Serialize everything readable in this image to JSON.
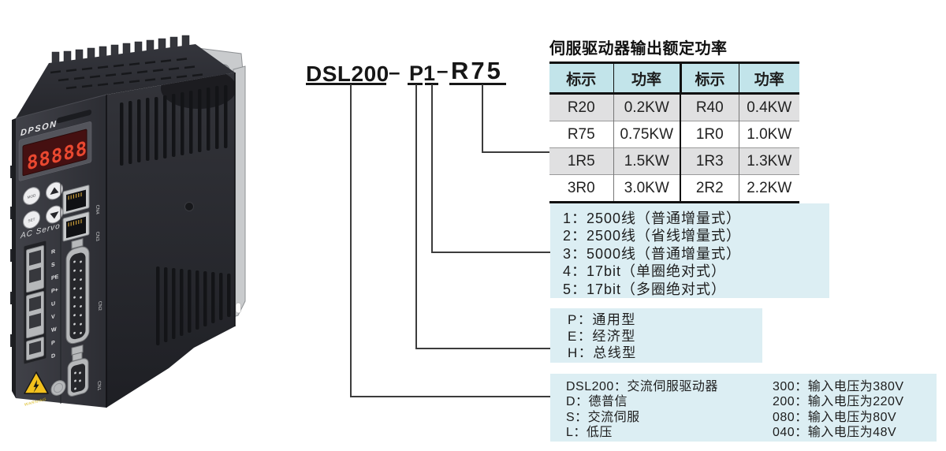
{
  "model_code": {
    "prefix": "DSL200",
    "dash1": "–",
    "series": "P",
    "encoder": "1",
    "dash2": "–",
    "power": "R75"
  },
  "power_table": {
    "title": "伺服驱动器输出额定功率",
    "headers": [
      "标示",
      "功率",
      "标示",
      "功率"
    ],
    "rows": [
      [
        "R20",
        "0.2KW",
        "R40",
        "0.4KW"
      ],
      [
        "R75",
        "0.75KW",
        "1R0",
        "1.0KW"
      ],
      [
        "1R5",
        "1.5KW",
        "1R3",
        "1.3KW"
      ],
      [
        "3R0",
        "3.0KW",
        "2R2",
        "2.2KW"
      ]
    ]
  },
  "encoder_box": {
    "lines": [
      "1：2500线（普通增量式）",
      "2：2500线（省线增量式）",
      "3：5000线（普通增量式）",
      "4：17bit（单圈绝对式）",
      "5：17bit（多圈绝对式）"
    ]
  },
  "type_box": {
    "lines": [
      "P：通用型",
      "E：经济型",
      "H：总线型"
    ]
  },
  "base_box": {
    "left_lines": [
      "DSL200：交流伺服驱动器",
      "D：德普信",
      "S：交流伺服",
      "L：低压"
    ],
    "right_lines": [
      "300：输入电压为380V",
      "200：输入电压为220V",
      "080：输入电压为80V",
      "040：输入电压为48V"
    ]
  },
  "device": {
    "brand": "DPSON",
    "display_digits": "88888",
    "panel_text": "AC Servo",
    "btn_mod": "MOD",
    "btn_set": "SET",
    "btn_up": "▲",
    "btn_down": "▼",
    "warning_label": "WARNING",
    "terminal_labels": [
      "R",
      "S",
      "PE",
      "P+",
      "U",
      "V",
      "W",
      "P",
      "D"
    ],
    "connector_labels": [
      "CN4",
      "CN3",
      "CN2",
      "CN1"
    ]
  },
  "colors": {
    "box_bg": "#dceef3",
    "table_header_bg": "#c2e4ea",
    "table_alt_row": "#e0e0e1",
    "display_red": "#ea4830",
    "warning_yellow": "#f2c01d",
    "line": "#3c3c3c"
  }
}
